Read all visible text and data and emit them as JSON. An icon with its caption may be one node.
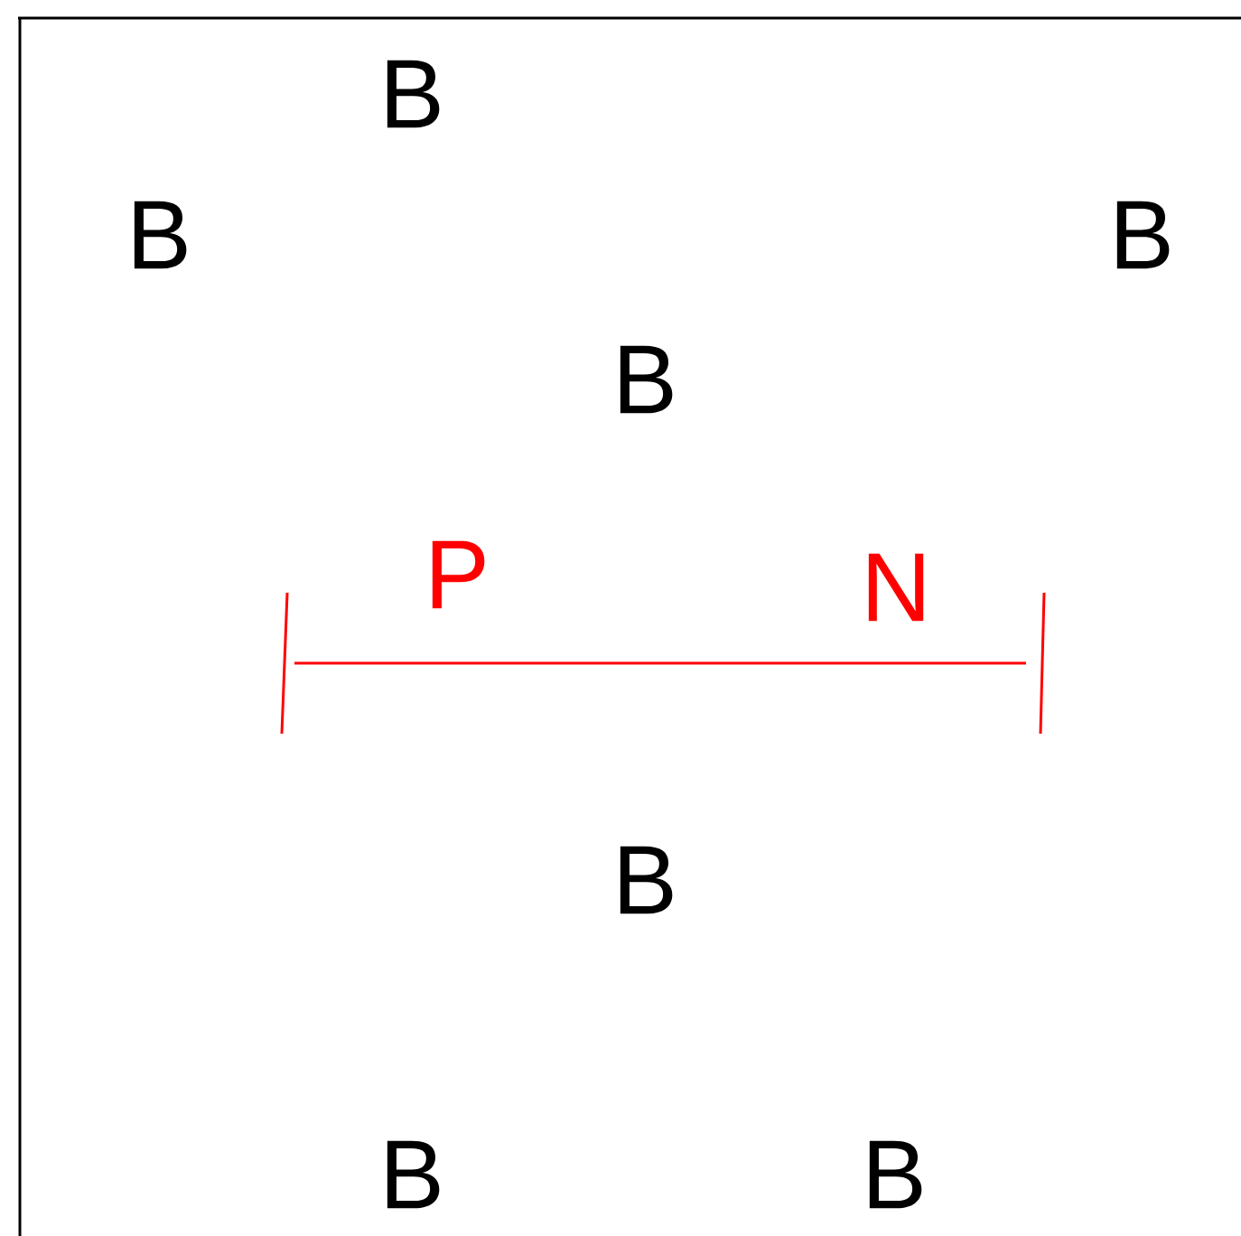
{
  "diagram": {
    "labels": [
      "B",
      "B",
      "B",
      "B",
      "P",
      "N",
      "B",
      "B",
      "B"
    ]
  }
}
